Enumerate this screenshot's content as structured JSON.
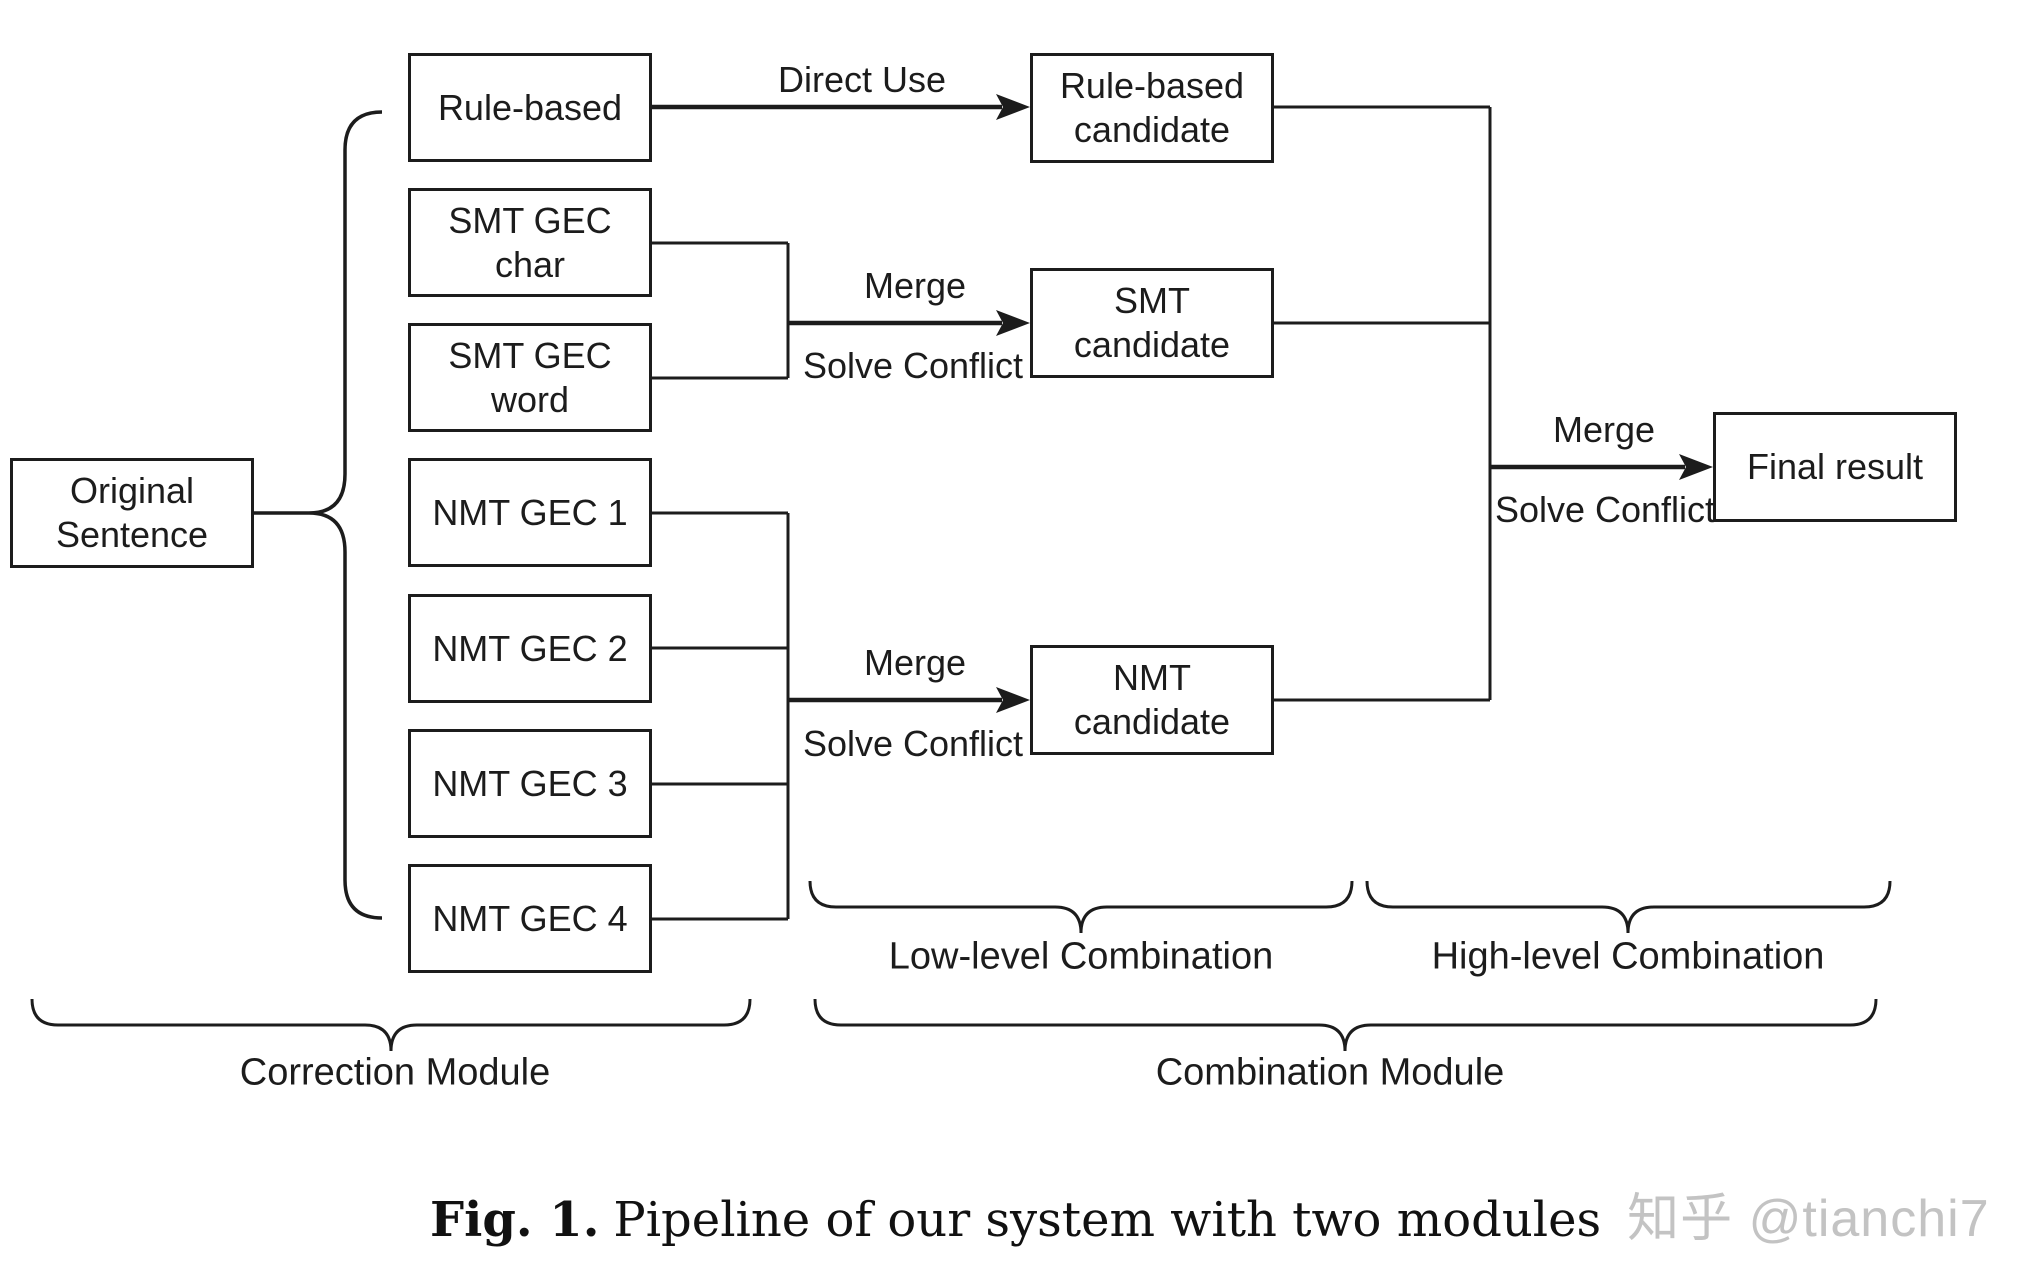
{
  "boxes": {
    "original": {
      "label": "Original Sentence"
    },
    "correctors": [
      {
        "label": "Rule-based"
      },
      {
        "label": "SMT GEC char"
      },
      {
        "label": "SMT GEC word"
      },
      {
        "label": "NMT GEC 1"
      },
      {
        "label": "NMT GEC 2"
      },
      {
        "label": "NMT GEC 3"
      },
      {
        "label": "NMT GEC 4"
      }
    ],
    "candidates": [
      {
        "label": "Rule-based candidate"
      },
      {
        "label": "SMT candidate"
      },
      {
        "label": "NMT candidate"
      }
    ],
    "final": {
      "label": "Final result"
    }
  },
  "edge_labels": {
    "direct_use": "Direct Use",
    "merge": "Merge",
    "solve_conflict": "Solve Conflict"
  },
  "braces": {
    "low_level": "Low-level Combination",
    "high_level": "High-level Combination",
    "correction": "Correction Module",
    "combination": "Combination Module"
  },
  "caption": {
    "prefix": "Fig. 1.",
    "text": "Pipeline of our system with two modules"
  },
  "watermark": "知乎 @tianchi7",
  "colors": {
    "line": "#1c1c1c",
    "background": "#ffffff",
    "watermark": "#c3c3c3"
  }
}
